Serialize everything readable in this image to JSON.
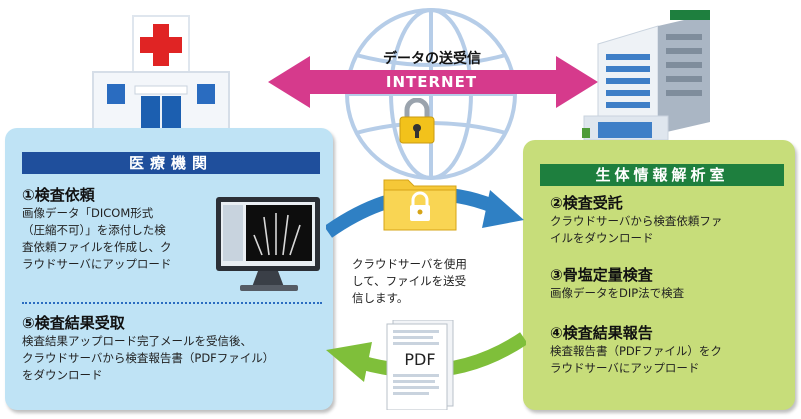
{
  "internet": {
    "transfer_label": "データの送受信",
    "label": "INTERNET"
  },
  "medical": {
    "header": "医療機関",
    "step1_title": "①検査依頼",
    "step1_lines": [
      "画像データ「DICOM形式",
      "（圧縮不可）」を添付した検",
      "査依頼ファイルを作成し、ク",
      "ラウドサーバにアップロード"
    ],
    "step5_title": "⑤検査結果受取",
    "step5_lines": [
      "検査結果アップロード完了メールを受信後、",
      "クラウドサーバから検査報告書（PDFファイル）",
      "をダウンロード"
    ]
  },
  "lab": {
    "header": "生体情報解析室",
    "step2_title": "②検査受託",
    "step2_lines": [
      "クラウドサーバから検査依頼ファ",
      "イルをダウンロード"
    ],
    "step3_title": "③骨塩定量検査",
    "step3_lines": [
      "画像データをDIP法で検査"
    ],
    "step4_title": "④検査結果報告",
    "step4_lines": [
      "検査報告書（PDFファイル）をク",
      "ラウドサーバにアップロード"
    ]
  },
  "center": {
    "lines": [
      "クラウドサーバを使用",
      "して、ファイルを送受",
      "信します。"
    ],
    "pdf_label": "PDF"
  },
  "colors": {
    "left_panel": "#bfe3f5",
    "left_header": "#1f4f9c",
    "right_panel": "#c7dd7a",
    "right_header": "#1e7f3e",
    "internet_arrow": "#d63a8c",
    "blue_arrow": "#2f80c4",
    "green_arrow": "#7fbf3a",
    "lock": "#f2c21b"
  },
  "icons": [
    "hospital-icon",
    "office-building-icon",
    "globe-icon",
    "padlock-icon",
    "folder-lock-icon",
    "monitor-xray-icon",
    "pdf-document-icon"
  ]
}
